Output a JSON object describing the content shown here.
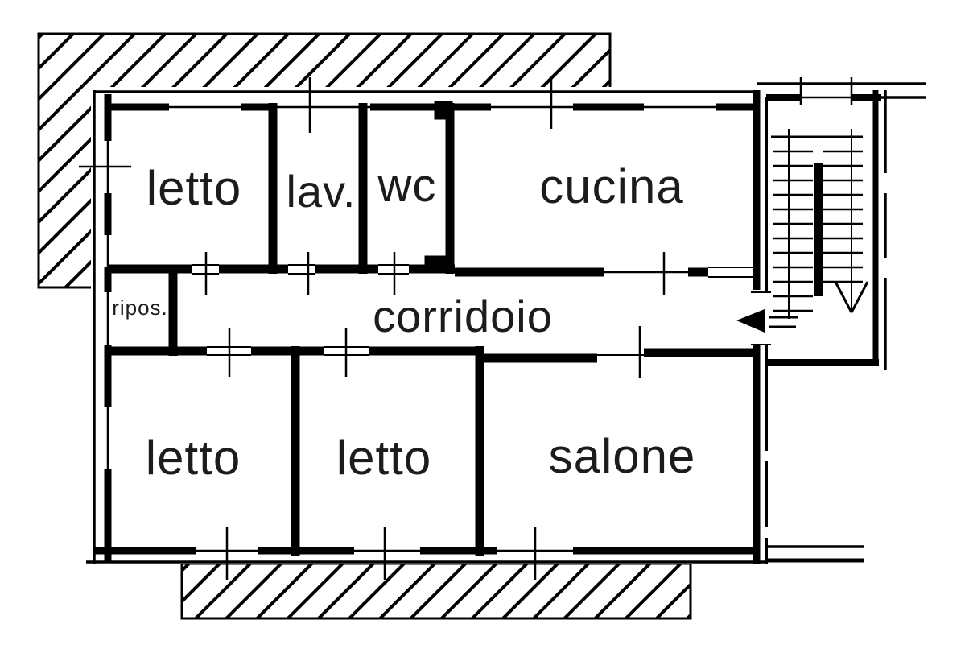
{
  "colors": {
    "ink": "#000000",
    "paper": "#ffffff"
  },
  "rooms": {
    "letto_top": {
      "label": "letto"
    },
    "lav": {
      "label": "lav."
    },
    "wc": {
      "label": "wc"
    },
    "cucina": {
      "label": "cucina"
    },
    "ripos": {
      "label": "ripos."
    },
    "corridoio": {
      "label": "corridoio"
    },
    "letto_bottom_left": {
      "label": "letto"
    },
    "letto_bottom_middle": {
      "label": "letto"
    },
    "salone": {
      "label": "salone"
    }
  },
  "icons": {
    "entrance_arrow": "arrow-left-entrance",
    "stairs_arrow": "arrow-down-stairs"
  }
}
